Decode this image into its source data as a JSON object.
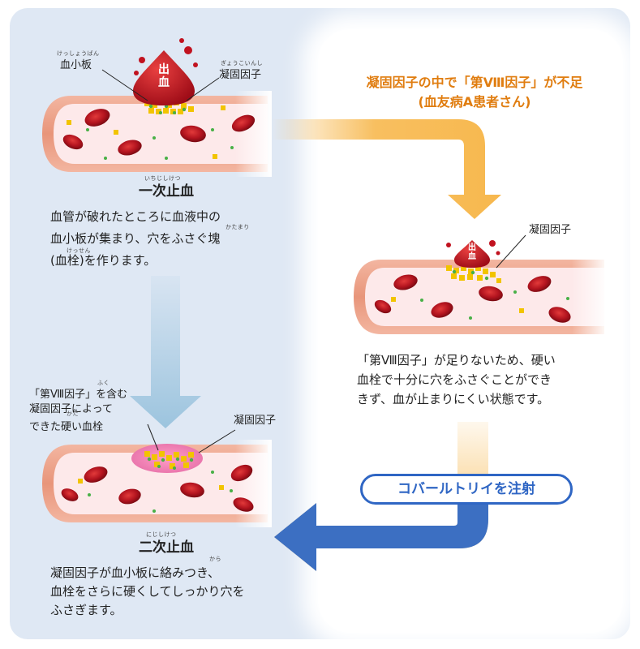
{
  "labels": {
    "platelet": "血小板",
    "platelet_ruby": "けっしょうばん",
    "clotting_factor_ruby": "ぎょうこいんし",
    "clotting_factor": "凝固因子",
    "bleeding_1": "出",
    "bleeding_2": "血",
    "primary_title": "一次止血",
    "primary_title_ruby": "いちじしけつ",
    "primary_desc_1": "血管が破れたところに血液中の",
    "primary_desc_2": "血小板が集まり、穴をふさぐ塊",
    "primary_desc_3": "(血栓)を作ります。",
    "primary_ruby_katamari": "かたまり",
    "primary_ruby_kessen": "けっせん",
    "hard_clot_1": "「第Ⅷ因子」を含む",
    "hard_clot_2": "凝固因子によって",
    "hard_clot_3": "できた硬い血栓",
    "hard_clot_ruby_fuku": "ふく",
    "hard_clot_ruby_kata": "かた",
    "secondary_title": "二次止血",
    "secondary_title_ruby": "にじしけつ",
    "secondary_desc_1": "凝固因子が血小板に絡みつき、",
    "secondary_desc_2": "血栓をさらに硬くしてしっかり穴を",
    "secondary_desc_3": "ふさぎます。",
    "secondary_ruby_kara": "から",
    "shortage_1": "凝固因子の中で「第Ⅷ因子」が不足",
    "shortage_2": "(血友病A患者さん)",
    "shortage_desc_1": "「第Ⅷ因子」が足りないため、硬い",
    "shortage_desc_2": "血栓で十分に穴をふさぐことができ",
    "shortage_desc_3": "きず、血が止まりにくい状態です。",
    "injection": "コバールトリイを注射"
  },
  "colors": {
    "panel": "#dfe8f4",
    "orange_text": "#e07d10",
    "arrow_orange": "#f7b84e",
    "arrow_light_blue": "#9cc4de",
    "arrow_blue": "#3c6fc2",
    "vessel_wall": "#f0a78c",
    "vessel_inner": "#fde9ea",
    "red_cell": "#b3141f",
    "platelet": "#f2c400",
    "factor_dot": "#48b046"
  }
}
